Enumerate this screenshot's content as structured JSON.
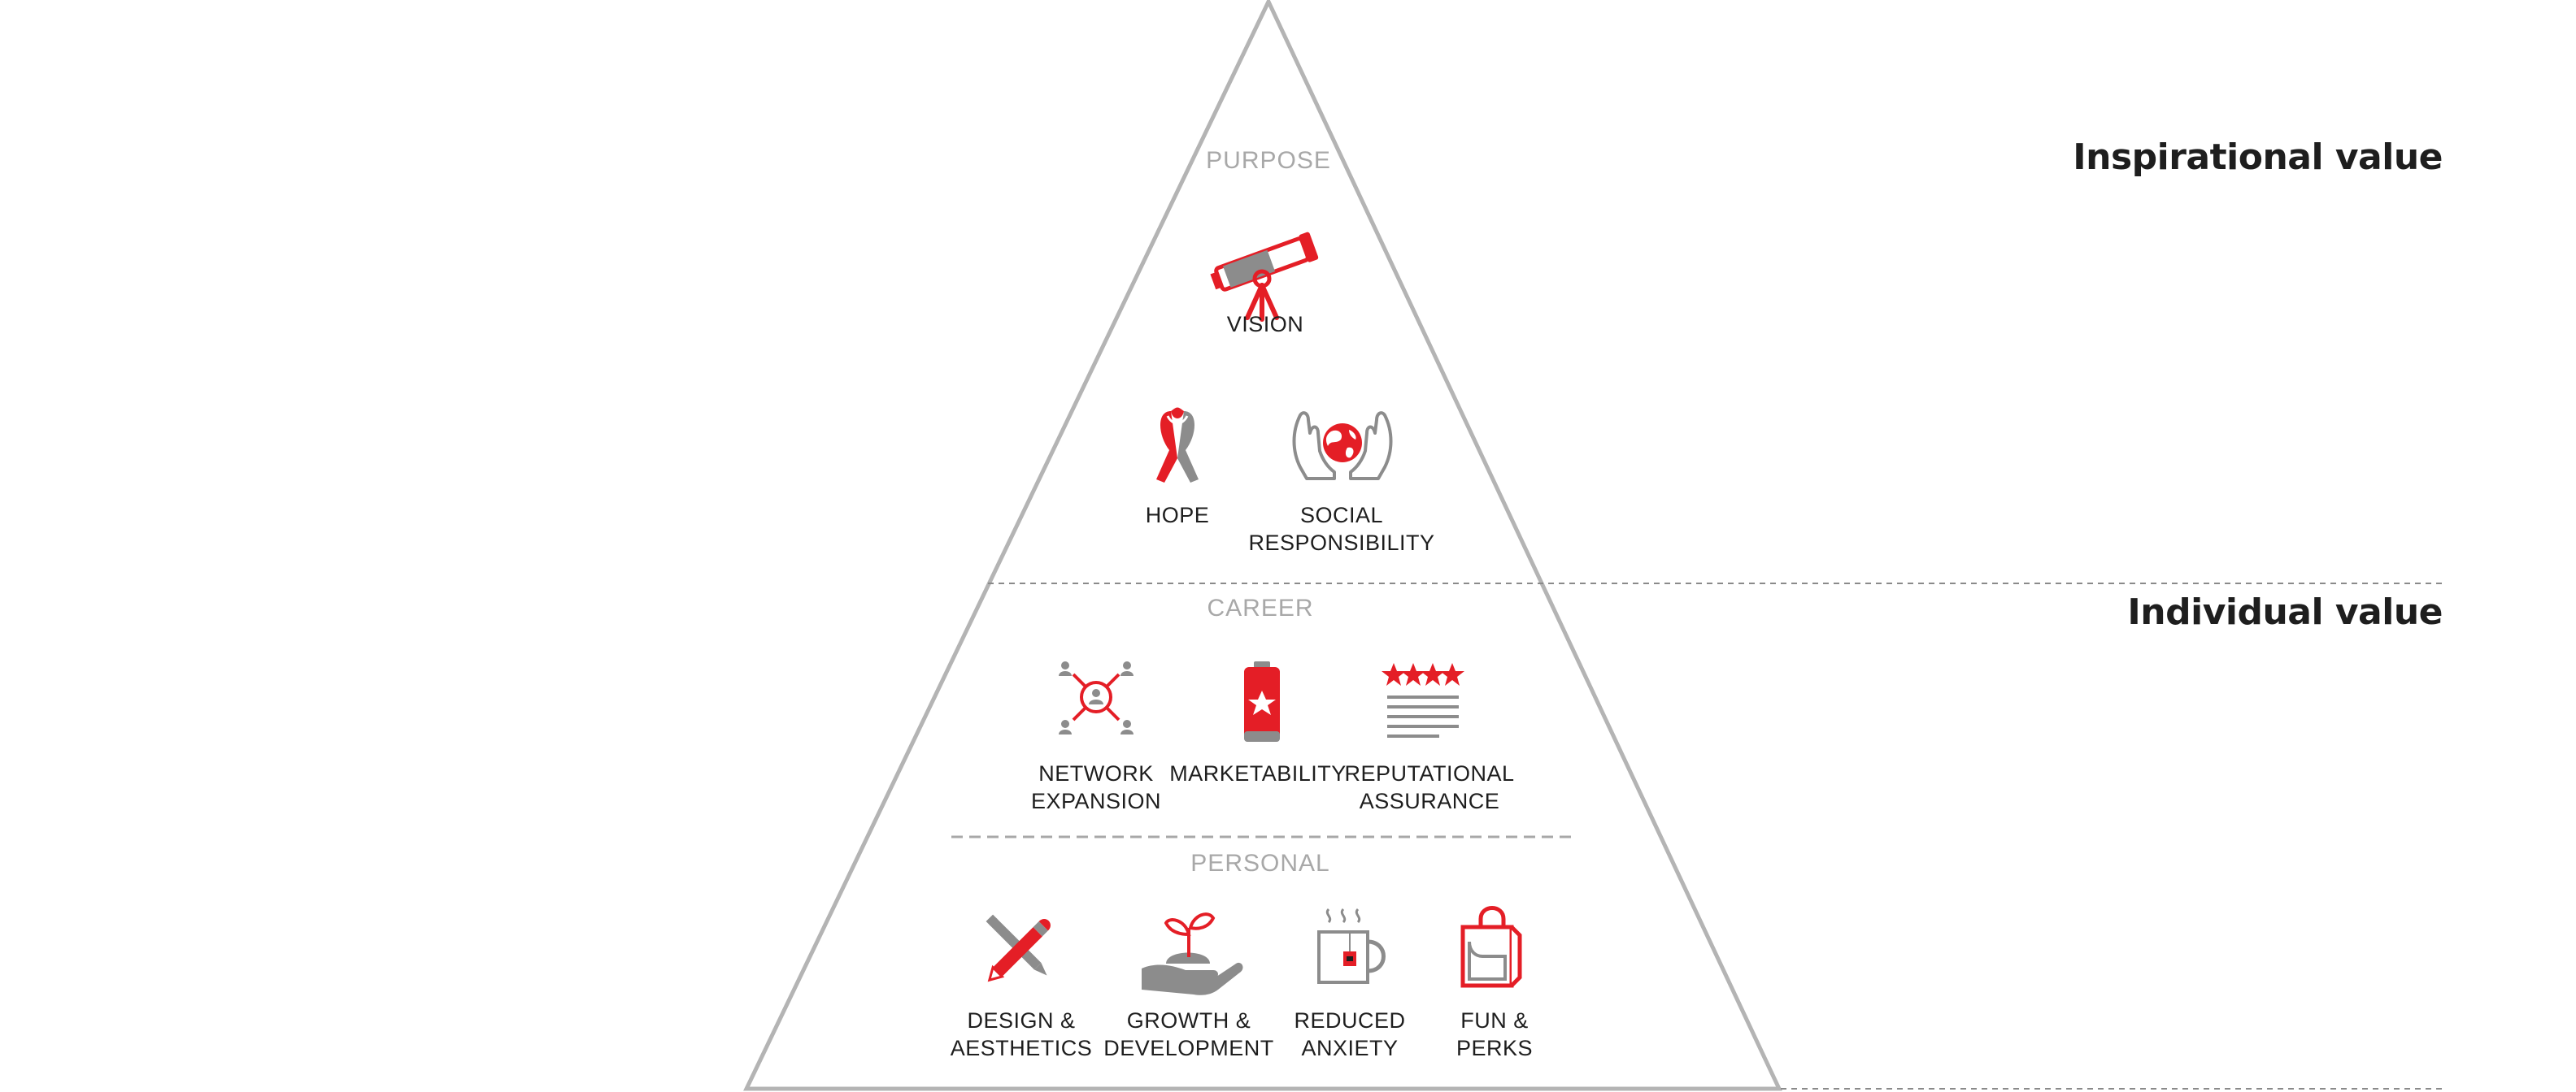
{
  "tiers": {
    "inspirational": "Inspirational value",
    "individual": "Individual value"
  },
  "sections": {
    "purpose": "PURPOSE",
    "career": "CAREER",
    "personal": "PERSONAL"
  },
  "items": {
    "vision": [
      "VISION"
    ],
    "hope": [
      "HOPE"
    ],
    "social_responsibility": [
      "SOCIAL",
      "RESPONSIBILITY"
    ],
    "network_expansion": [
      "NETWORK",
      "EXPANSION"
    ],
    "marketability": [
      "MARKETABILITY"
    ],
    "reputational_assurance": [
      "REPUTATIONAL",
      "ASSURANCE"
    ],
    "design_aesthetics": [
      "DESIGN &",
      "AESTHETICS"
    ],
    "growth_development": [
      "GROWTH &",
      "DEVELOPMENT"
    ],
    "reduced_anxiety": [
      "REDUCED",
      "ANXIETY"
    ],
    "fun_perks": [
      "FUN &",
      "PERKS"
    ]
  },
  "colors": {
    "accent_red": "#e41e26",
    "icon_gray": "#8c8c8c",
    "outline_gray": "#b4b4b4",
    "text_dark": "#1e1e1e",
    "section_gray": "#a8a8a8"
  },
  "icons": {
    "vision": "telescope-icon",
    "hope": "ribbon-icon",
    "social_responsibility": "hands-globe-icon",
    "network_expansion": "network-icon",
    "marketability": "battery-star-icon",
    "reputational_assurance": "star-rating-icon",
    "design_aesthetics": "pencil-brush-icon",
    "growth_development": "hand-sprout-icon",
    "reduced_anxiety": "tea-cup-icon",
    "fun_perks": "shopping-bag-icon"
  }
}
